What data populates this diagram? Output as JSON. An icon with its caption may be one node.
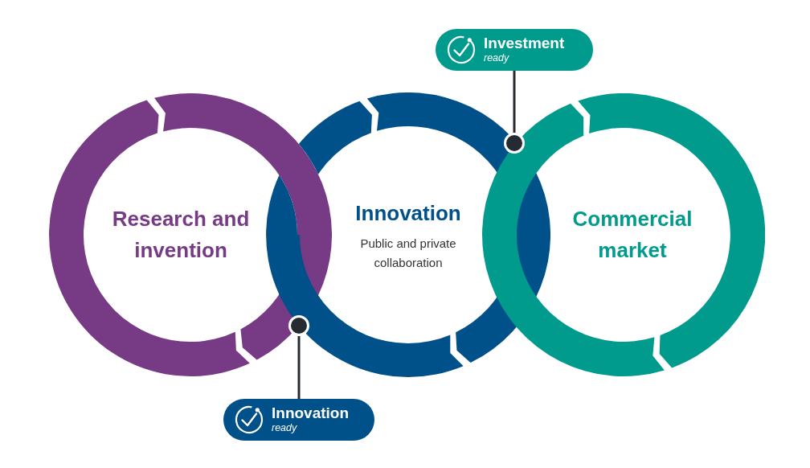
{
  "diagram": {
    "nodes": [
      {
        "text": [
          "Investment",
          "ready"
        ]
      },
      {
        "text": [],
        "shape": "circle"
      },
      {
        "text": [
          "Research and invention"
        ]
      },
      {
        "text": [
          "Innovation",
          "Public and private collaboration"
        ]
      },
      {
        "text": [
          "Commercial market"
        ]
      },
      {
        "text": [],
        "shape": "circle"
      },
      {
        "text": [
          "Innovation",
          "ready"
        ]
      }
    ],
    "edges": [
      {
        "from": 0,
        "to": 1,
        "arrow": "none"
      },
      {
        "from": 6,
        "to": 5,
        "arrow": "none"
      }
    ]
  }
}
